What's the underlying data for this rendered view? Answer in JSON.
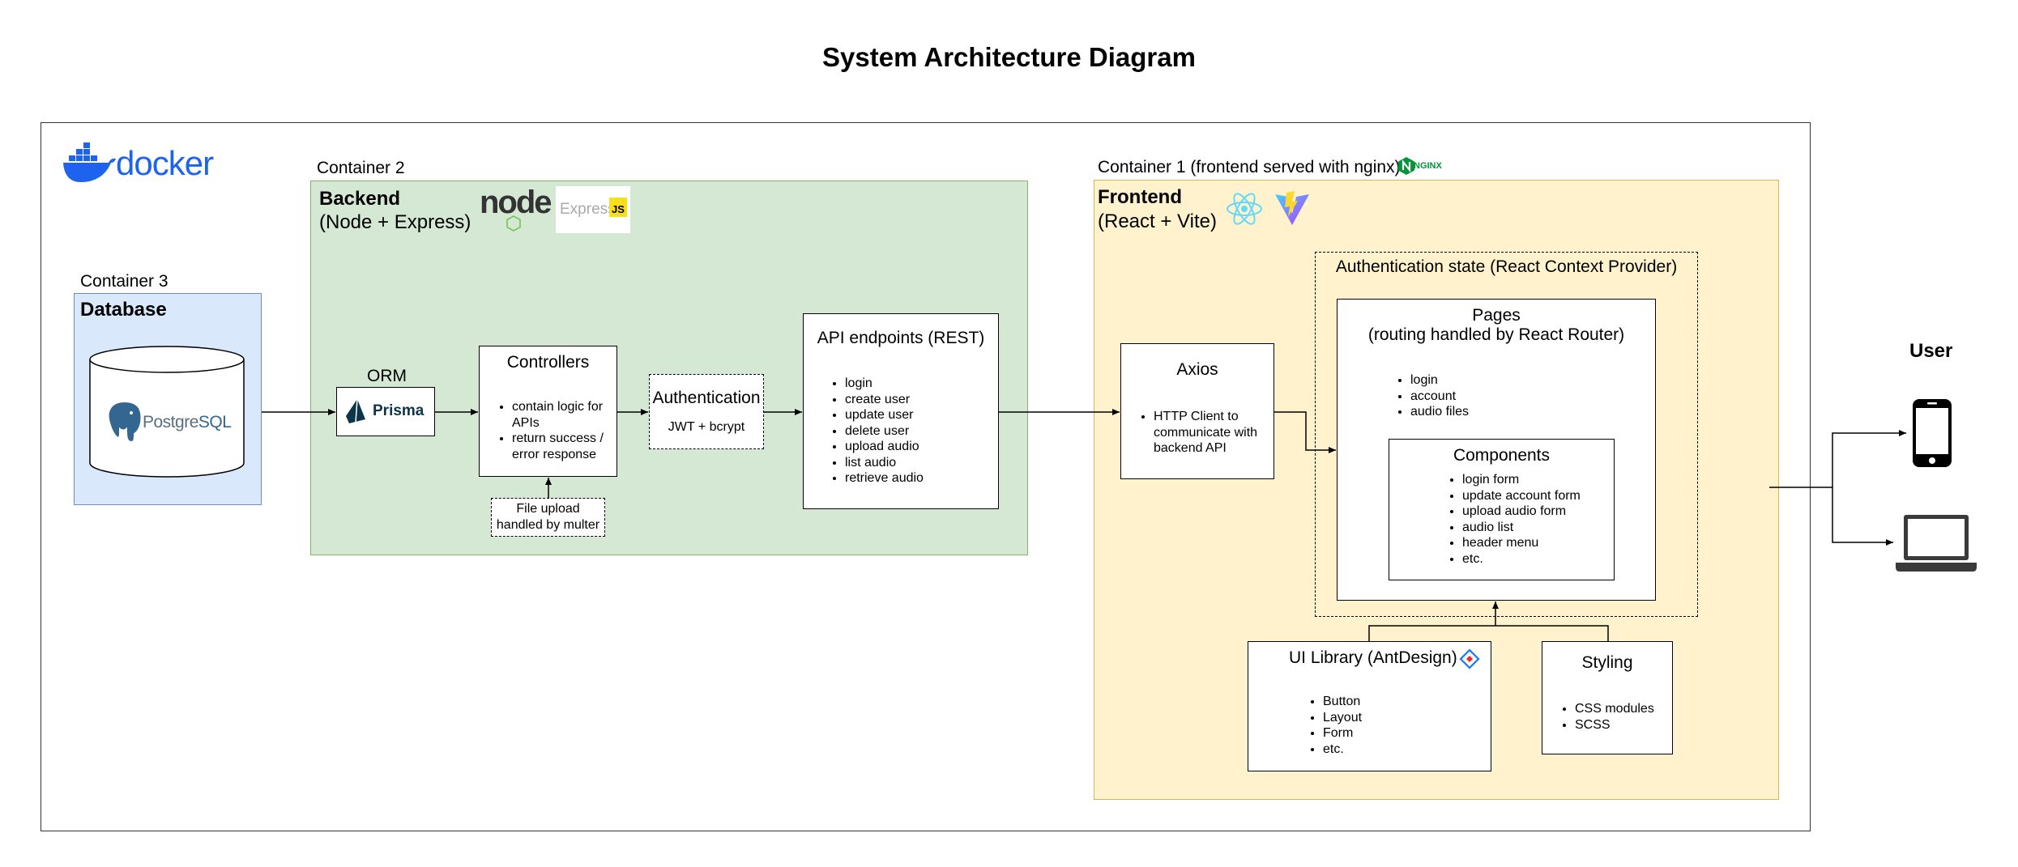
{
  "title": "System Architecture Diagram",
  "docker_logo": "docker",
  "container3": {
    "label": "Container 3",
    "heading": "Database",
    "db_logo": "PostgreSQL",
    "db_logo_prefix": "Postgre",
    "db_logo_suffix": "SQL"
  },
  "container2": {
    "label": "Container 2",
    "heading": "Backend",
    "subheading": "(Node + Express)",
    "node_logo": "node",
    "express_logo": "Express",
    "express_badge": "JS",
    "orm": {
      "label": "ORM",
      "logo": "Prisma"
    },
    "controllers": {
      "title": "Controllers",
      "items": [
        "contain logic for APIs",
        "return success / error response"
      ]
    },
    "file_upload": "File upload handled by multer",
    "authentication": {
      "title": "Authentication",
      "detail": "JWT + bcrypt"
    },
    "api": {
      "title": "API endpoints (REST)",
      "items": [
        "login",
        "create user",
        "update user",
        "delete user",
        "upload audio",
        "list audio",
        "retrieve audio"
      ]
    }
  },
  "container1": {
    "label": "Container 1 (frontend served with nginx)",
    "nginx_logo": "NGINX",
    "heading": "Frontend",
    "subheading": "(React + Vite)",
    "axios": {
      "title": "Axios",
      "items": [
        "HTTP Client to communicate with backend API"
      ]
    },
    "auth_state": "Authentication state (React Context Provider)",
    "pages": {
      "title": "Pages",
      "subtitle": "(routing handled by React Router)",
      "items": [
        "login",
        "account",
        "audio files"
      ]
    },
    "components": {
      "title": "Components",
      "items": [
        "login form",
        "update account form",
        "upload audio form",
        "audio list",
        "header menu",
        "etc."
      ]
    },
    "ui_library": {
      "title": "UI Library (AntDesign)",
      "items": [
        "Button",
        "Layout",
        "Form",
        "etc."
      ]
    },
    "styling": {
      "title": "Styling",
      "items": [
        "CSS modules",
        "SCSS"
      ]
    }
  },
  "user": {
    "label": "User"
  },
  "colors": {
    "backend_fill": "#d5e8d4",
    "database_fill": "#dae8fc",
    "frontend_fill": "#fff2cc",
    "docker_blue": "#1d63ed",
    "react_cyan": "#61dafb",
    "prisma_navy": "#0c344b",
    "nginx_green": "#009639"
  }
}
